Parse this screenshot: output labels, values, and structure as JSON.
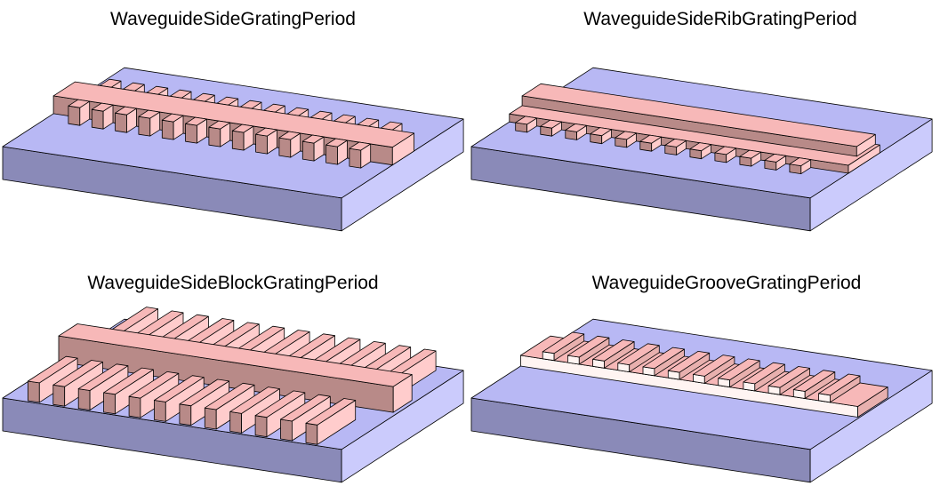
{
  "panels": [
    {
      "title": "WaveguideSideGratingPeriod"
    },
    {
      "title": "WaveguideSideRibGratingPeriod"
    },
    {
      "title": "WaveguideSideBlockGratingPeriod"
    },
    {
      "title": "WaveguideGrooveGratingPeriod"
    }
  ],
  "colors": {
    "substrate_top": "#b8b8f4",
    "substrate_front": "#8a8ab8",
    "substrate_side": "#cbcbfc",
    "core_top": "#f7b8b8",
    "core_front": "#b88a88",
    "core_side": "#ffcccc",
    "groove_front": "#fff4f2",
    "groove_side": "#e8b0ae",
    "edge": "#000000"
  }
}
